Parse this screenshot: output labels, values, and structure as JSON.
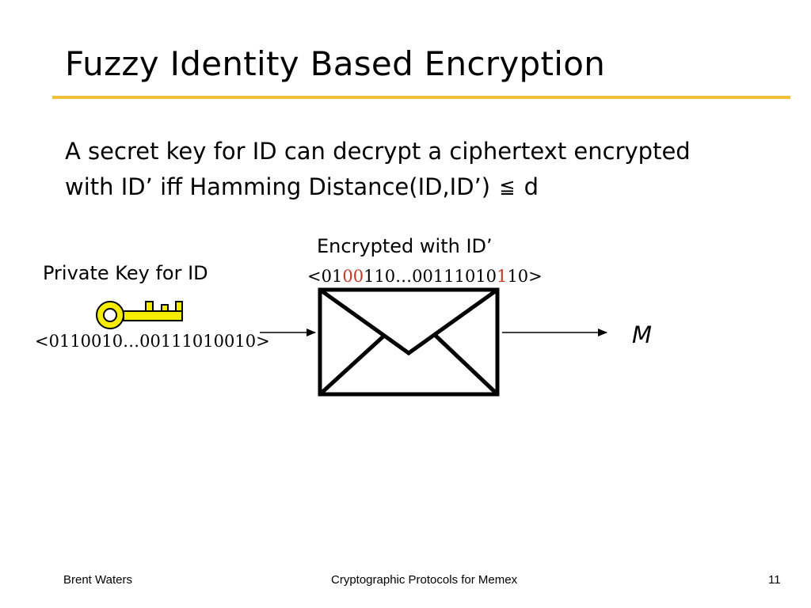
{
  "slide": {
    "title": "Fuzzy Identity Based Encryption",
    "body_line1": "A secret key for ID can decrypt a ciphertext encrypted",
    "body_line2_prefix": "with ID’ iff Hamming Distance(ID,ID’)",
    "le_symbol": "≦",
    "body_line2_suffix": "d"
  },
  "diagram": {
    "key_label": "Private Key for ID",
    "key_bits": "<0110010…00111010010>",
    "ciphertext_label": "Encrypted with ID’",
    "ciphertext_bits": {
      "open": "<",
      "part1": "01",
      "diff1": "00",
      "part2": "110…00111010",
      "diff2": "1",
      "part3": "10",
      "close": ">"
    },
    "output": "M",
    "colors": {
      "key_fill": "#F5EC00",
      "rule": "#F2BE3C",
      "differing_bits": "#C0392B"
    }
  },
  "footer": {
    "author": "Brent Waters",
    "talk": "Cryptographic Protocols for Memex",
    "page": "11"
  }
}
